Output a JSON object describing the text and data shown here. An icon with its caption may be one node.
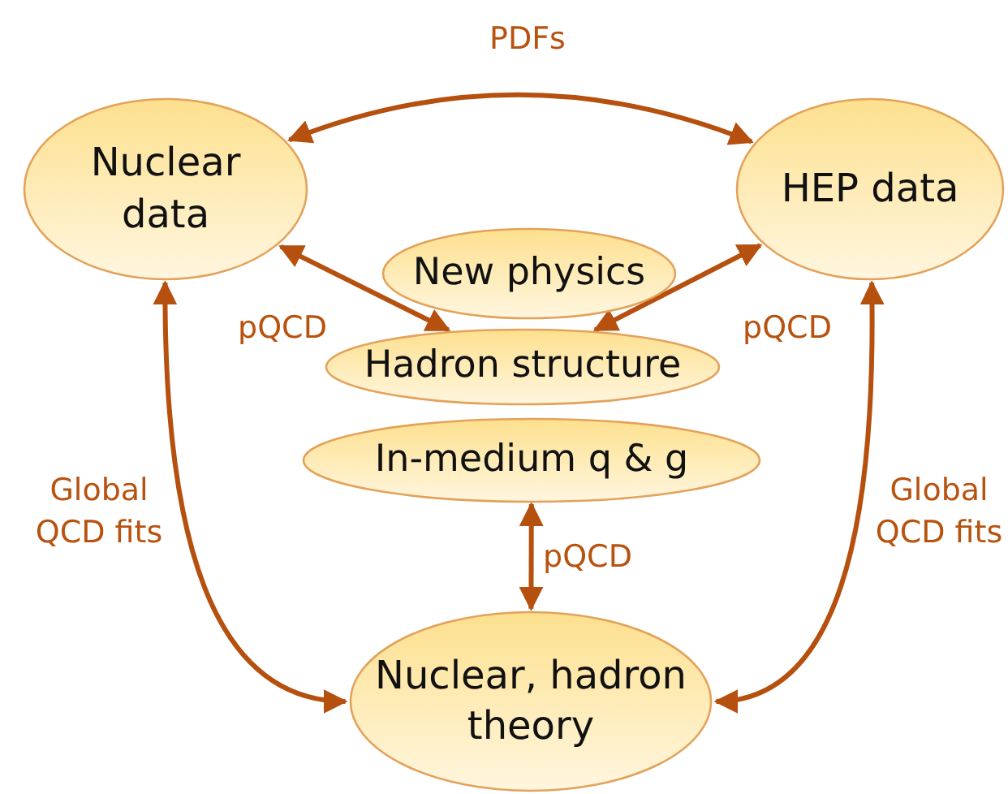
{
  "diagram": {
    "nodes": [
      {
        "text": [
          "Nuclear data"
        ]
      },
      {
        "text": [
          "HEP data"
        ]
      },
      {
        "text": [
          "New physics"
        ]
      },
      {
        "text": [
          "Hadron structure"
        ]
      },
      {
        "text": [
          "In-medium q & g"
        ]
      },
      {
        "text": [
          "Nuclear, hadron theory"
        ]
      }
    ],
    "edges": [
      {
        "from": 0,
        "to": 1,
        "arrow": "both",
        "label": "PDFs"
      },
      {
        "from": 0,
        "to": 3,
        "arrow": "both",
        "label": "pQCD"
      },
      {
        "from": 1,
        "to": 3,
        "arrow": "both",
        "label": "pQCD"
      },
      {
        "from": 4,
        "to": 5,
        "arrow": "both",
        "label": "pQCD"
      },
      {
        "from": 0,
        "to": 5,
        "arrow": "both",
        "label": "Global QCD fits"
      },
      {
        "from": 1,
        "to": 5,
        "arrow": "both",
        "label": "Global QCD fits"
      }
    ]
  }
}
